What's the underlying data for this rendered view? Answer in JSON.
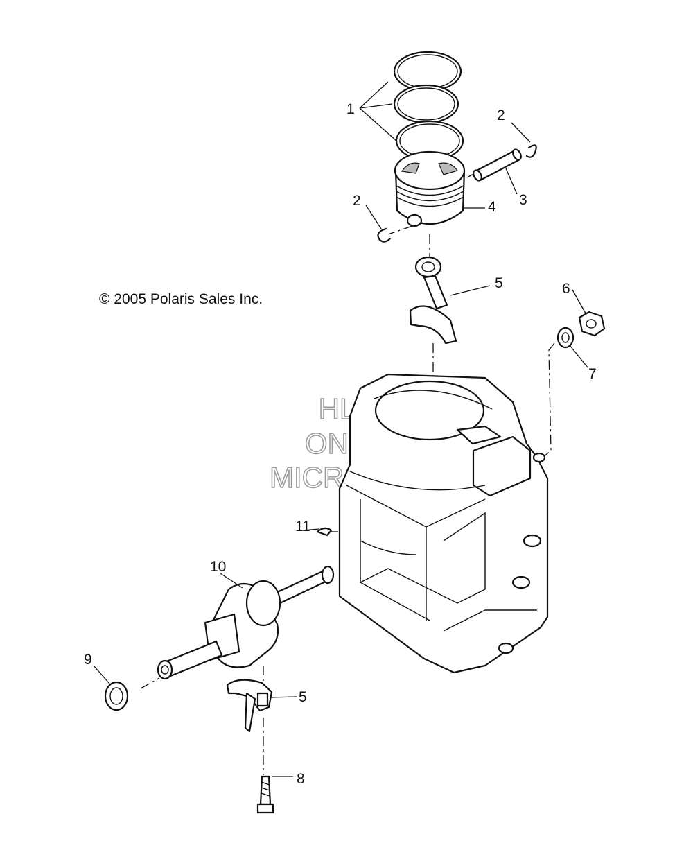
{
  "copyright": "© 2005 Polaris Sales Inc.",
  "watermark": [
    "HLSM",
    "ONLINE",
    "MICROFICHE"
  ],
  "callouts": {
    "rings": "1",
    "clip_upper": "2",
    "clip_left": "2",
    "pin": "3",
    "piston": "4",
    "rod_upper": "5",
    "nut": "6",
    "washer": "7",
    "bolt": "8",
    "seal": "9",
    "crankshaft": "10",
    "key": "11",
    "rod_cap": "5"
  }
}
